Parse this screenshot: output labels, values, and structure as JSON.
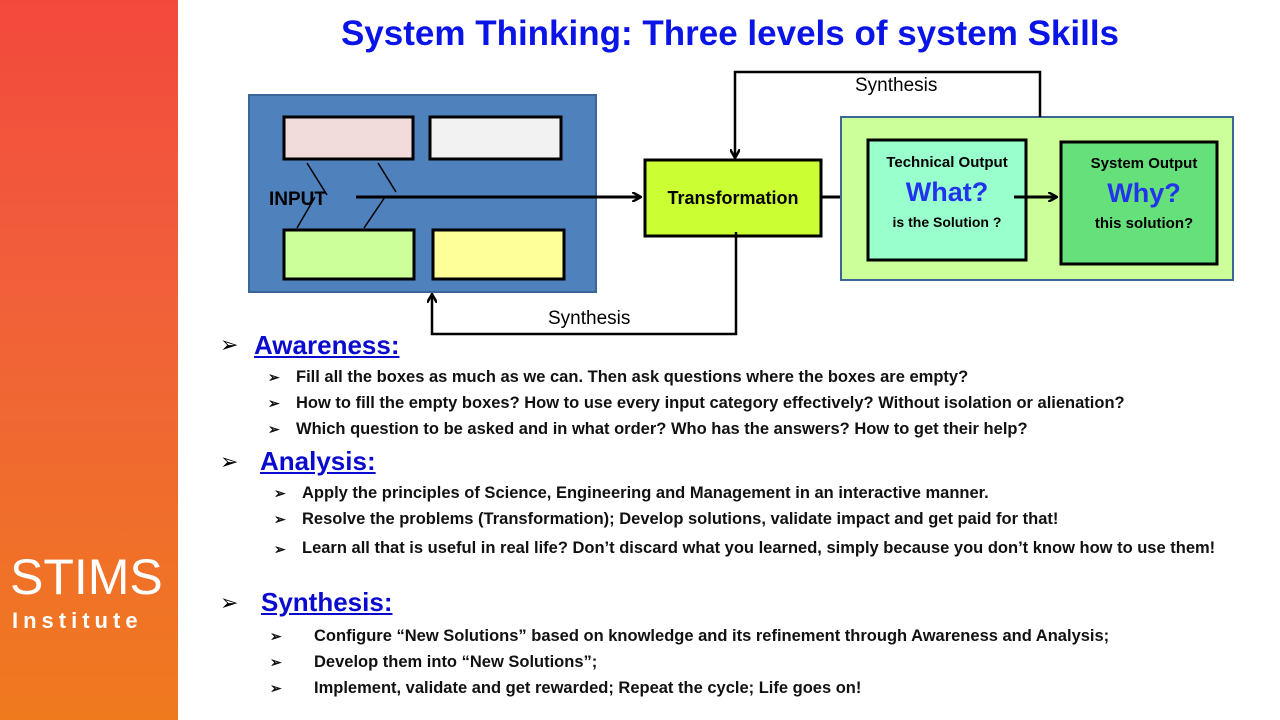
{
  "logo": {
    "name": "STIMS",
    "sub": "Institute"
  },
  "title": "System Thinking: Three levels of system Skills",
  "diagram": {
    "input": "INPUT",
    "transformation": "Transformation",
    "synthesis_top": "Synthesis",
    "synthesis_bottom": "Synthesis",
    "technical": {
      "label": "Technical Output",
      "big": "What?",
      "sub": "is the Solution ?"
    },
    "system": {
      "label": "System Output",
      "big": "Why?",
      "sub": "this solution?"
    }
  },
  "sections": [
    {
      "heading": "Awareness:",
      "items": [
        "Fill all the boxes as much as we can. Then ask  questions  where the boxes are empty?",
        "How to fill the empty boxes? How to use every input category effectively? Without isolation or alienation?",
        "Which question to be asked and in what order? Who has the answers? How to get their help?"
      ]
    },
    {
      "heading": "Analysis:",
      "items": [
        "Apply the principles of Science, Engineering and Management  in an interactive manner.",
        "Resolve the problems (Transformation);  Develop solutions,  validate impact and get paid for that!",
        "Learn all that is useful in real life? Don’t discard what you learned, simply because you don’t know how to use them!"
      ]
    },
    {
      "heading": "Synthesis:",
      "items": [
        "Configure “New Solutions”  based on knowledge and its refinement  through Awareness and Analysis;",
        "Develop them into “New Solutions”;",
        "Implement, validate and get rewarded; Repeat the cycle; Life goes on!"
      ]
    }
  ]
}
